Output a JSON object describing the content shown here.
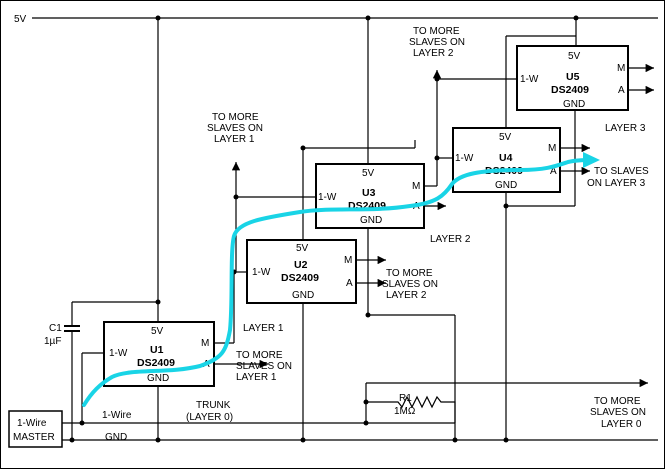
{
  "rails": {
    "v5": "5V",
    "gnd": "GND",
    "one_wire": "1-Wire",
    "trunk": [
      "TRUNK",
      "(LAYER 0)"
    ]
  },
  "master": [
    "1-Wire",
    "MASTER"
  ],
  "c1": [
    "C1",
    "1µF"
  ],
  "r1": [
    "R1",
    "1MΩ"
  ],
  "chips": {
    "u1": {
      "pwr": "5V",
      "ref": "U1",
      "part": "DS2409",
      "gnd": "GND",
      "in": "1-W",
      "m": "M",
      "a": "A"
    },
    "u2": {
      "pwr": "5V",
      "ref": "U2",
      "part": "DS2409",
      "gnd": "GND",
      "in": "1-W",
      "m": "M",
      "a": "A"
    },
    "u3": {
      "pwr": "5V",
      "ref": "U3",
      "part": "DS2409",
      "gnd": "GND",
      "in": "1-W",
      "m": "M",
      "a": "A"
    },
    "u4": {
      "pwr": "5V",
      "ref": "U4",
      "part": "DS2409",
      "gnd": "GND",
      "in": "1-W",
      "m": "M",
      "a": "A"
    },
    "u5": {
      "pwr": "5V",
      "ref": "U5",
      "part": "DS2409",
      "gnd": "GND",
      "in": "1-W",
      "m": "M",
      "a": "A"
    }
  },
  "layers": {
    "l1": "LAYER 1",
    "l2": "LAYER 2",
    "l3": "LAYER 3"
  },
  "notes": {
    "n_u1a": [
      "TO MORE",
      "SLAVES ON",
      "LAYER 1"
    ],
    "n_top1": [
      "TO MORE",
      "SLAVES ON",
      "LAYER 1"
    ],
    "n_u2a": [
      "TO MORE",
      "SLAVES ON",
      "LAYER 2"
    ],
    "n_top2": [
      "TO MORE",
      "SLAVES ON",
      "LAYER 2"
    ],
    "n_l3": [
      "TO SLAVES",
      "ON LAYER 3"
    ],
    "n_l0": [
      "TO MORE",
      "SLAVES ON",
      "LAYER 0"
    ]
  }
}
